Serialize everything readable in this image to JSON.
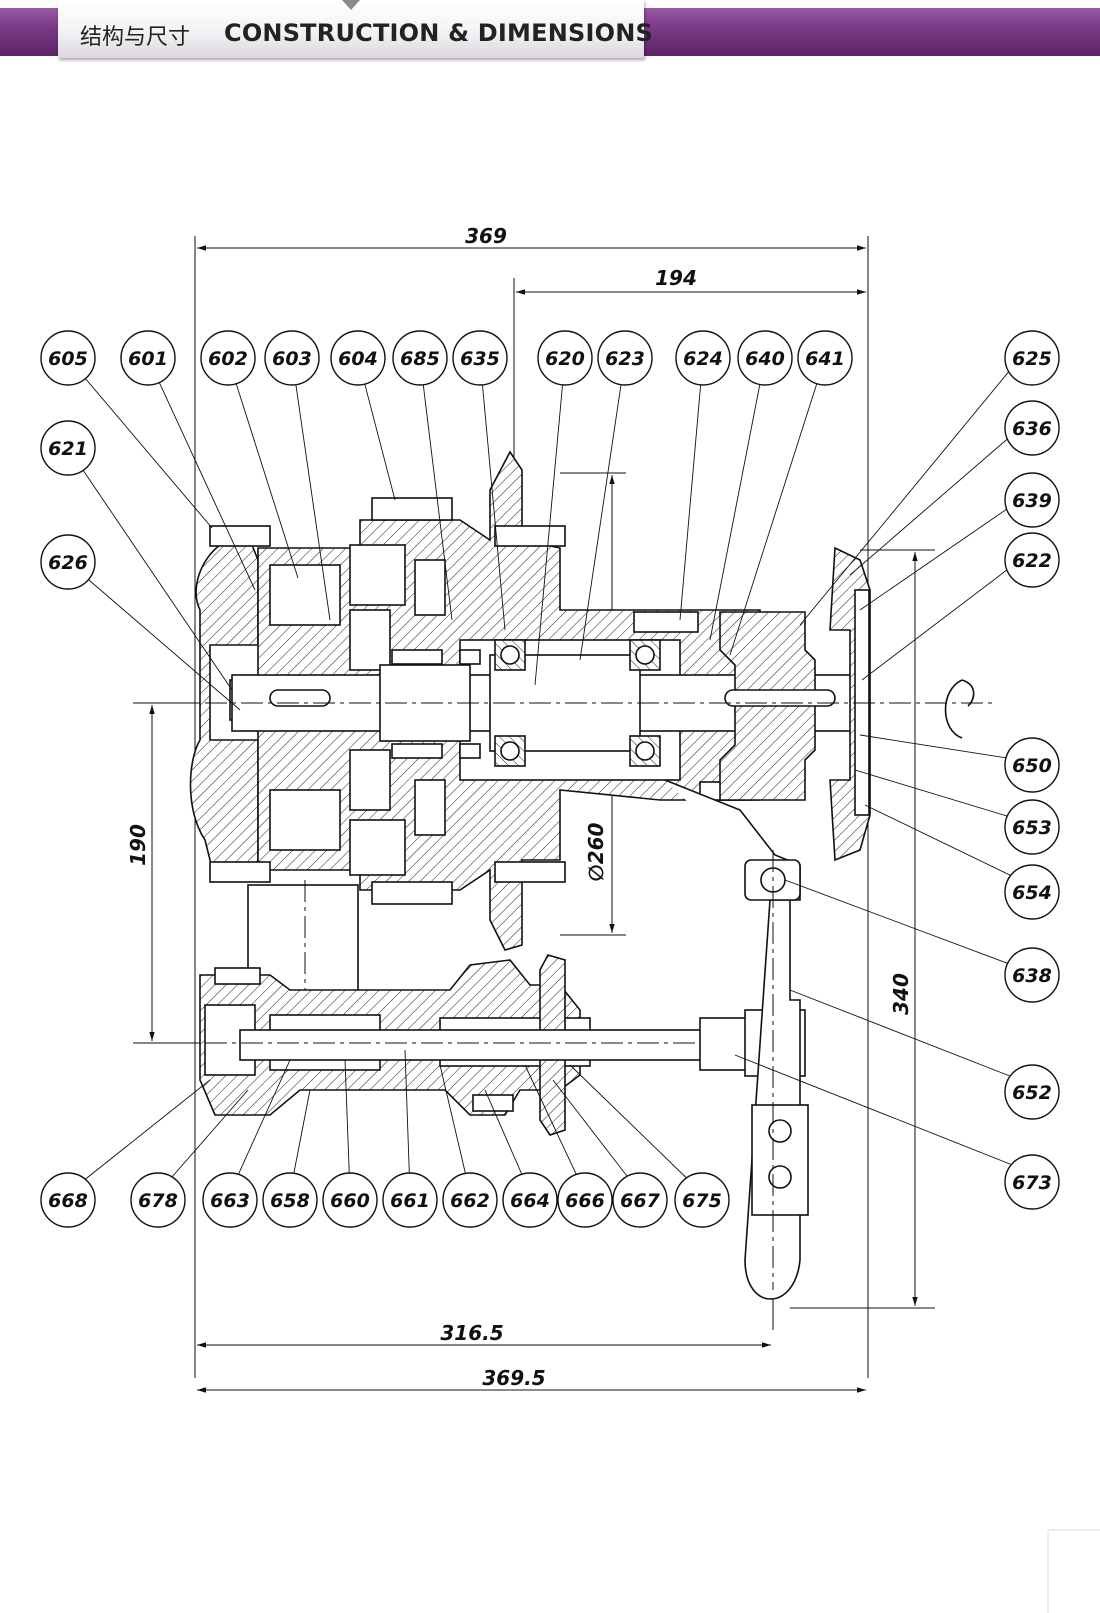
{
  "header": {
    "title_cn": "结构与尺寸",
    "title_en": "CONSTRUCTION & DIMENSIONS",
    "accent_color": "#7a3a86"
  },
  "dimensions": {
    "overall_top": "369",
    "output_offset": "194",
    "shaft_spacing": "190",
    "flange_diameter": "∅260",
    "handle_height": "340",
    "handle_reach": "316.5",
    "overall_bottom": "369.5"
  },
  "callouts": [
    "605",
    "601",
    "602",
    "603",
    "604",
    "685",
    "635",
    "620",
    "623",
    "624",
    "640",
    "641",
    "625",
    "636",
    "639",
    "622",
    "621",
    "626",
    "650",
    "653",
    "654",
    "638",
    "652",
    "673",
    "668",
    "678",
    "663",
    "658",
    "660",
    "661",
    "662",
    "664",
    "666",
    "667",
    "675"
  ]
}
